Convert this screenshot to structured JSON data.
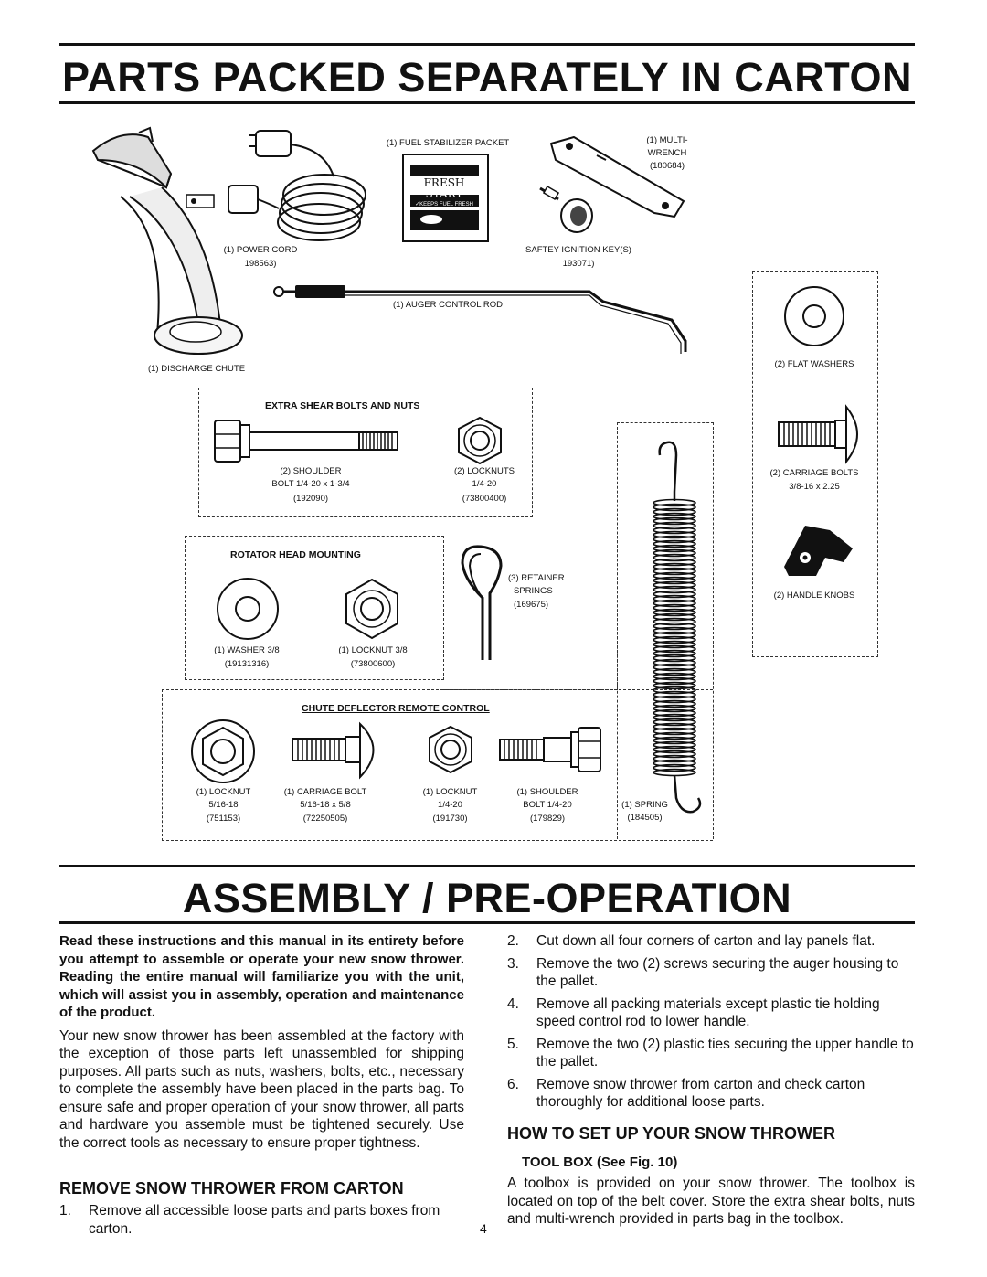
{
  "page": {
    "title_parts": "PARTS PACKED SEPARATELY IN CARTON",
    "title_assembly": "ASSEMBLY / PRE-OPERATION",
    "page_number": "4"
  },
  "parts": {
    "fuel_stabilizer": "(1) FUEL STABILIZER PACKET",
    "fresh_start_1": "FRESH",
    "fresh_start_2": "START",
    "fresh_start_3": "✓KEEPS FUEL FRESH",
    "multiwrench_1": "(1) MULTI-",
    "multiwrench_2": "WRENCH",
    "multiwrench_pn": "(180684)",
    "power_cord": "(1) POWER CORD",
    "power_cord_pn": "198563)",
    "ignition_key": "SAFTEY IGNITION KEY(S)",
    "ignition_key_pn": "193071)",
    "auger_rod": "(1) AUGER CONTROL ROD",
    "discharge_chute": "(1) DISCHARGE CHUTE",
    "flat_washers": "(2) FLAT WASHERS",
    "carriage_bolts": "(2) CARRIAGE BOLTS",
    "carriage_bolts_size": "3/8-16 x 2.25",
    "handle_knobs": "(2) HANDLE KNOBS",
    "shear_title": "EXTRA SHEAR BOLTS AND NUTS",
    "shoulder_bolt_1": "(2) SHOULDER",
    "shoulder_bolt_2": "BOLT 1/4-20 x 1-3/4",
    "shoulder_bolt_pn": "(192090)",
    "locknuts_1": "(2) LOCKNUTS",
    "locknuts_2": "1/4-20",
    "locknuts_pn": "(73800400)",
    "rotator_title": "ROTATOR HEAD MOUNTING",
    "washer_1": "(1) WASHER 3/8",
    "washer_pn": "(19131316)",
    "locknut38_1": "(1) LOCKNUT 3/8",
    "locknut38_pn": "(73800600)",
    "retainer_1": "(3) RETAINER",
    "retainer_2": "SPRINGS",
    "retainer_pn": "(169675)",
    "chute_title": "CHUTE DEFLECTOR REMOTE CONTROL",
    "c_locknut_1": "(1) LOCKNUT",
    "c_locknut_2": "5/16-18",
    "c_locknut_pn": "(751153)",
    "c_carriage_1": "(1) CARRIAGE BOLT",
    "c_carriage_2": "5/16-18 x 5/8",
    "c_carriage_pn": "(72250505)",
    "c_locknut2_1": "(1) LOCKNUT",
    "c_locknut2_2": "1/4-20",
    "c_locknut2_pn": "(191730)",
    "c_shoulder_1": "(1) SHOULDER",
    "c_shoulder_2": "BOLT 1/4-20",
    "c_shoulder_pn": "(179829)",
    "spring_1": "(1) SPRING",
    "spring_pn": "(184505)"
  },
  "text": {
    "intro_bold": "Read these instructions and this manual in its entirety before you attempt to assemble or operate your new snow thrower. Reading the entire manual will familiarize you with the unit, which will assist you in assembly, operation and maintenance of the product.",
    "intro_body": "Your new snow thrower has been assembled at the factory with the exception of those parts left unassembled for shipping purposes. All parts such as nuts, washers, bolts, etc., necessary to complete the assembly have been placed in the parts bag. To ensure safe and proper operation of your snow thrower, all parts and hardware you assemble must be tightened securely. Use the correct tools as necessary to ensure proper tightness.",
    "remove_heading": "REMOVE SNOW THROWER FROM CARTON",
    "step1_n": "1.",
    "step1": "Remove all accessible loose parts and parts boxes from carton.",
    "step2_n": "2.",
    "step2": "Cut down all four corners of carton and lay panels flat.",
    "step3_n": "3.",
    "step3": "Remove the two (2) screws securing the auger housing to the pallet.",
    "step4_n": "4.",
    "step4": "Remove all packing materials except plastic tie holding speed control rod to lower handle.",
    "step5_n": "5.",
    "step5": "Remove the two (2) plastic ties securing the upper handle to the pallet.",
    "step6_n": "6.",
    "step6": "Remove snow thrower from carton and check carton thoroughly for additional loose parts.",
    "setup_heading": "HOW TO SET UP YOUR SNOW THROWER",
    "toolbox_heading": "TOOL BOX (See Fig. 10)",
    "toolbox_body": "A toolbox is provided on your snow thrower. The toolbox is located on top of the belt cover. Store the extra shear bolts, nuts and multi-wrench provided in parts bag in the toolbox."
  }
}
